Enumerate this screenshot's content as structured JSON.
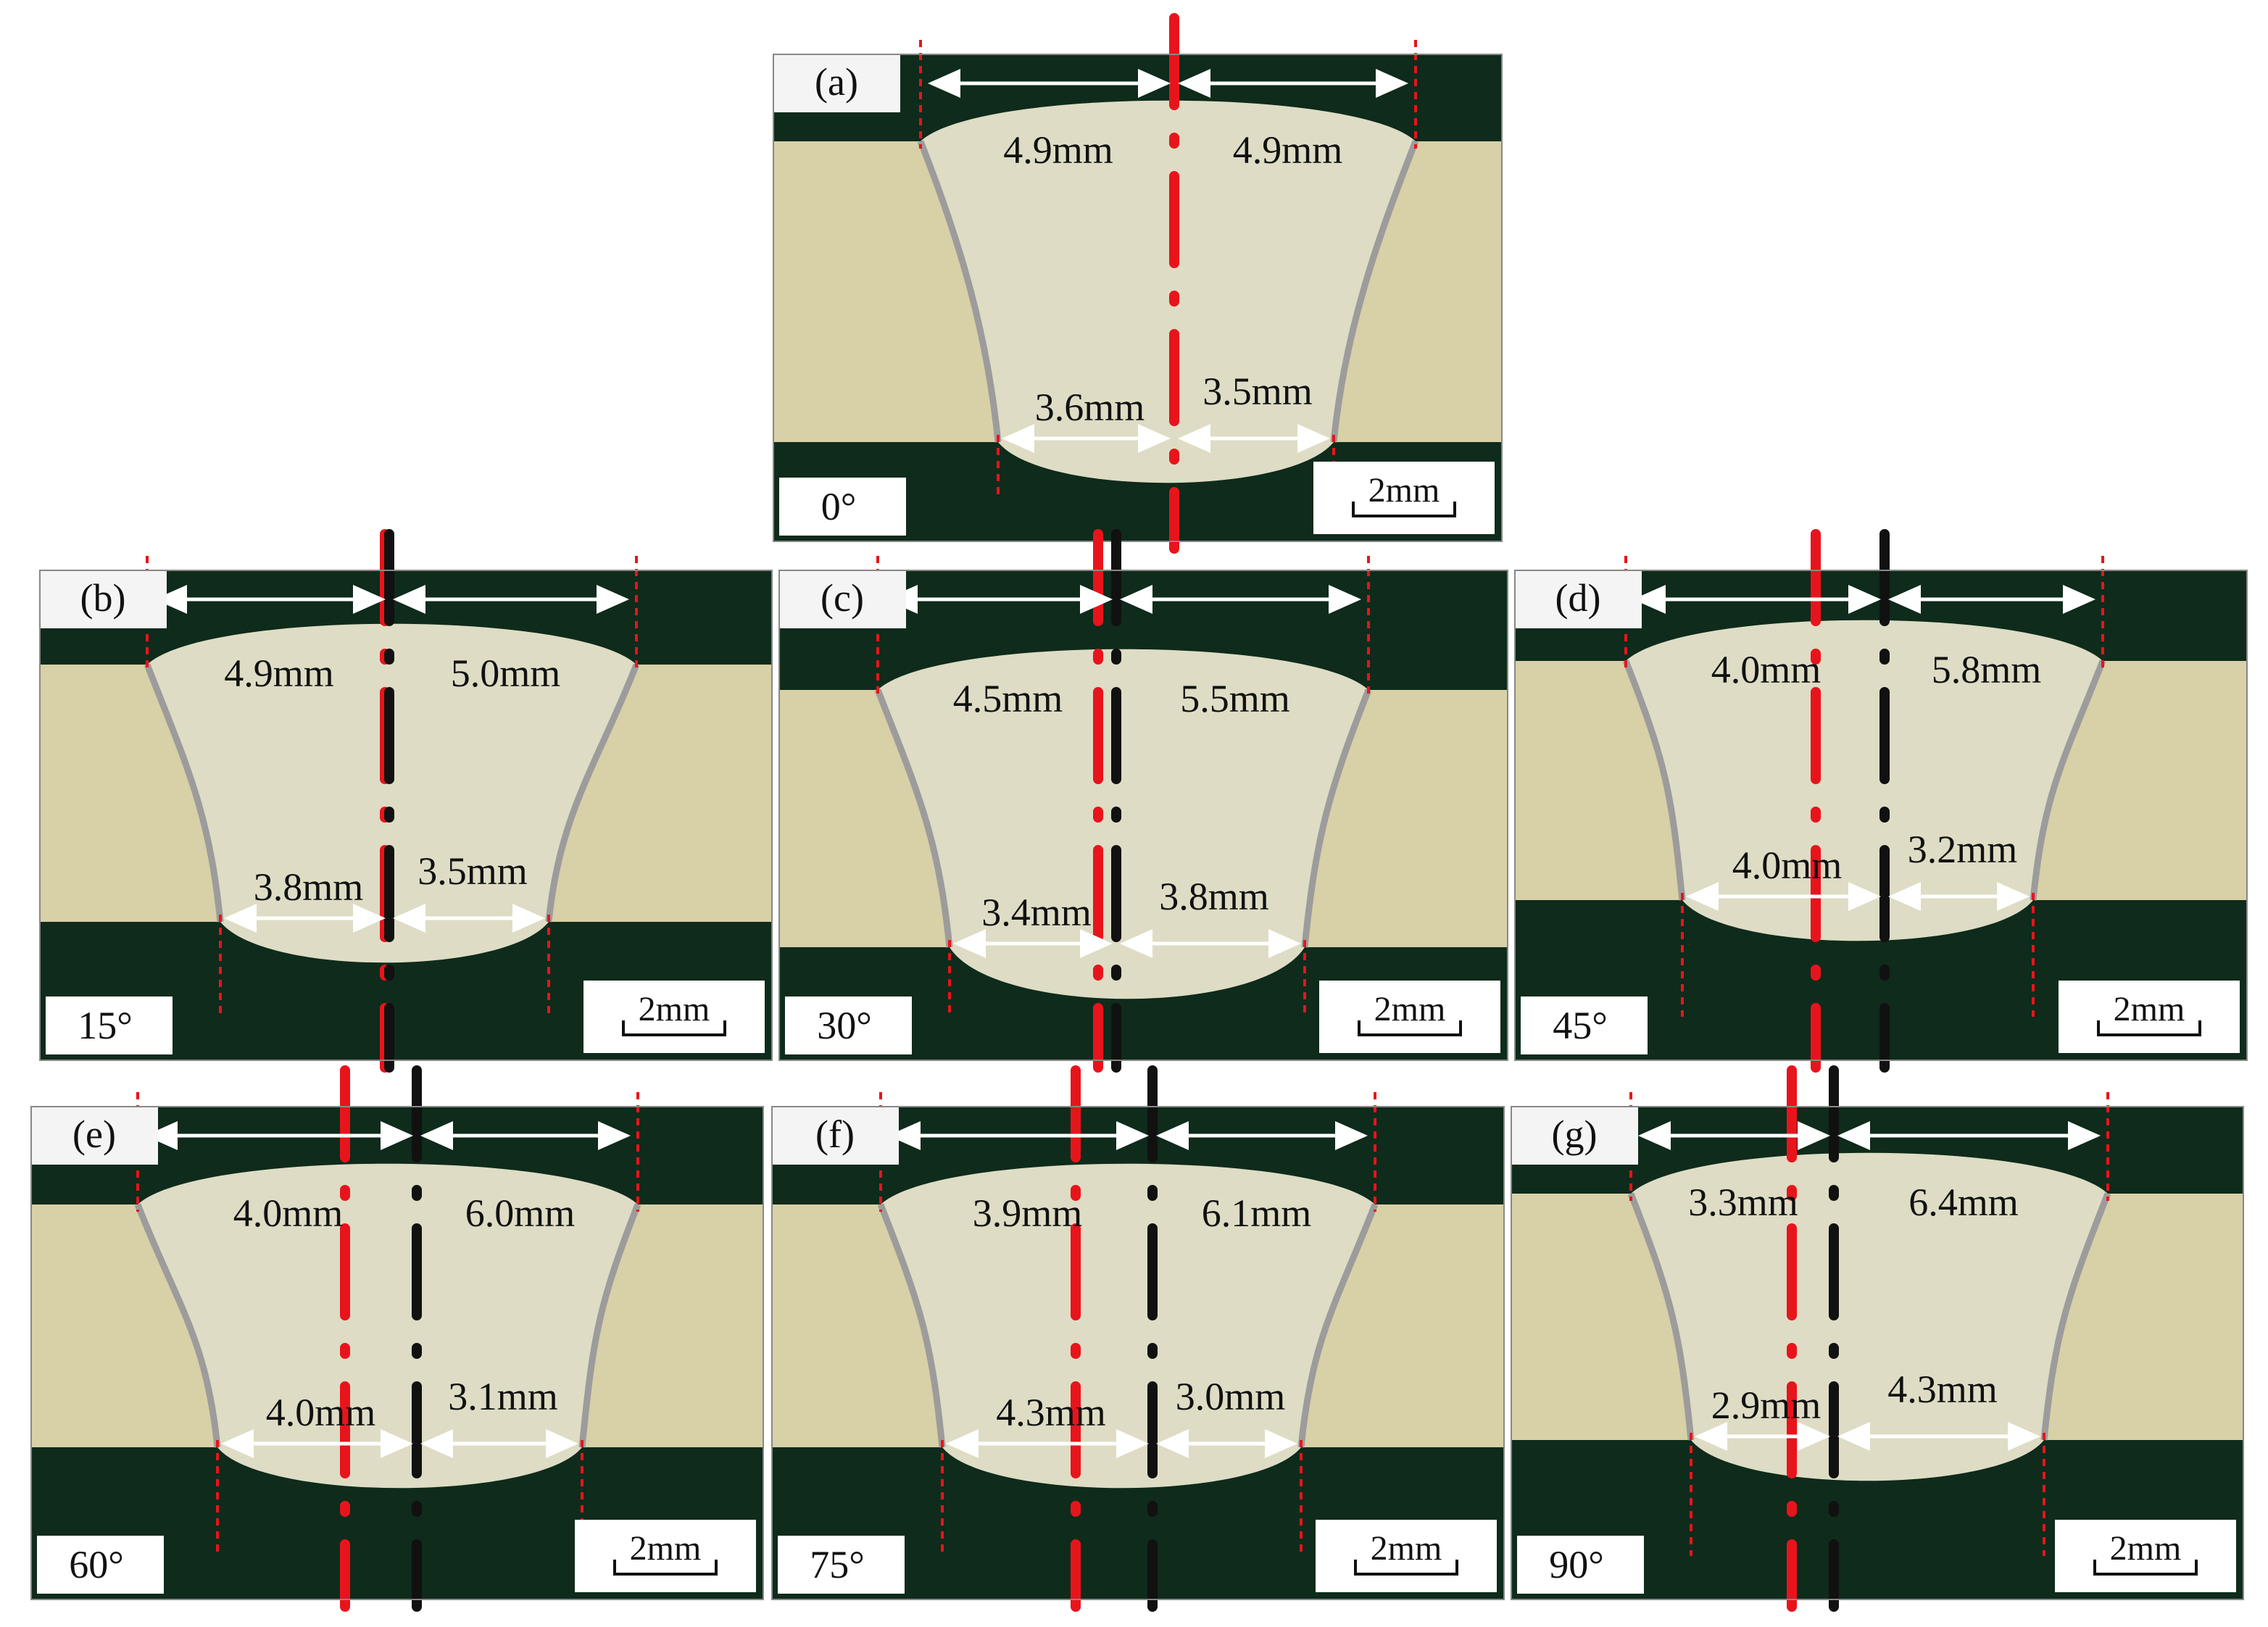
{
  "scale_bar_label": "2mm",
  "colors": {
    "background": "#ffffff",
    "dark_surround": "#0e2b1b",
    "base_metal": "#d8d0a6",
    "weld_metal": "#dedcc4",
    "fusion_line": "#9c9c9c",
    "red_axis": "#e8141c",
    "black_axis": "#111111",
    "arrow": "#ffffff"
  },
  "panels": [
    {
      "id": "a",
      "label": "(a)",
      "angle": "0°",
      "top_left": "4.9mm",
      "top_right": "4.9mm",
      "bottom_left": "3.6mm",
      "bottom_right": "3.5mm"
    },
    {
      "id": "b",
      "label": "(b)",
      "angle": "15°",
      "top_left": "4.9mm",
      "top_right": "5.0mm",
      "bottom_left": "3.8mm",
      "bottom_right": "3.5mm"
    },
    {
      "id": "c",
      "label": "(c)",
      "angle": "30°",
      "top_left": "4.5mm",
      "top_right": "5.5mm",
      "bottom_left": "3.4mm",
      "bottom_right": "3.8mm"
    },
    {
      "id": "d",
      "label": "(d)",
      "angle": "45°",
      "top_left": "4.0mm",
      "top_right": "5.8mm",
      "bottom_left": "4.0mm",
      "bottom_right": "3.2mm"
    },
    {
      "id": "e",
      "label": "(e)",
      "angle": "60°",
      "top_left": "4.0mm",
      "top_right": "6.0mm",
      "bottom_left": "4.0mm",
      "bottom_right": "3.1mm"
    },
    {
      "id": "f",
      "label": "(f)",
      "angle": "75°",
      "top_left": "3.9mm",
      "top_right": "6.1mm",
      "bottom_left": "4.3mm",
      "bottom_right": "3.0mm"
    },
    {
      "id": "g",
      "label": "(g)",
      "angle": "90°",
      "top_left": "3.3mm",
      "top_right": "6.4mm",
      "bottom_left": "2.9mm",
      "bottom_right": "4.3mm"
    }
  ]
}
